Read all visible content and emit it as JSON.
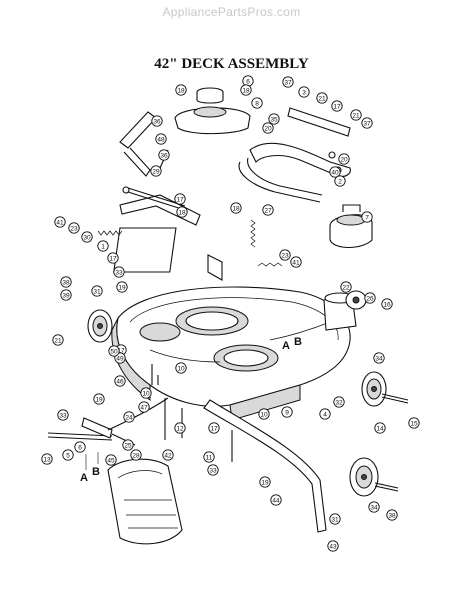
{
  "watermark": "AppliancePartsPros.com",
  "title": "42\" DECK ASSEMBLY",
  "section_letters": [
    "A",
    "B",
    "A",
    "B"
  ],
  "callout_numbers": [
    "6",
    "18",
    "18",
    "8",
    "37",
    "3",
    "21",
    "17",
    "21",
    "37",
    "36",
    "35",
    "20",
    "20",
    "40",
    "2",
    "48",
    "36",
    "29",
    "17",
    "18",
    "18",
    "27",
    "7",
    "41",
    "23",
    "30",
    "1",
    "17",
    "33",
    "23",
    "41",
    "19",
    "22",
    "26",
    "16",
    "38",
    "39",
    "31",
    "21",
    "17",
    "49",
    "34",
    "15",
    "14",
    "32",
    "5",
    "9",
    "4",
    "10",
    "46",
    "10",
    "47",
    "12",
    "17",
    "13",
    "33",
    "19",
    "24",
    "28",
    "25",
    "42",
    "11",
    "33",
    "19",
    "44",
    "31",
    "34",
    "38",
    "43",
    "6",
    "45",
    "50",
    "10"
  ],
  "icons": [
    "deck-housing",
    "pulley",
    "spindle-housing",
    "gauge-wheel",
    "deck-wheel",
    "discharge-chute",
    "belt-guard",
    "lift-bracket",
    "idler-arm",
    "spring",
    "belt-keeper",
    "tension-rod"
  ]
}
